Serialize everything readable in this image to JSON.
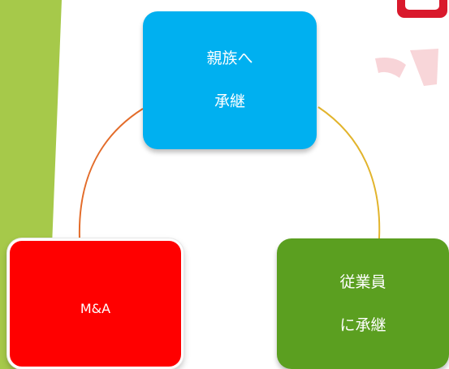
{
  "diagram": {
    "type": "cycle",
    "nodes": [
      {
        "id": "top",
        "lines": [
          "親族へ",
          "承継"
        ],
        "color": "#00b0f0"
      },
      {
        "id": "left",
        "lines": [
          "M&A"
        ],
        "color": "#ff0000"
      },
      {
        "id": "right",
        "lines": [
          "従業員",
          "に承継"
        ],
        "color": "#5b9f20"
      }
    ],
    "edges": [
      {
        "from": "top",
        "to": "left",
        "color": "#e36c2a"
      },
      {
        "from": "top",
        "to": "right",
        "color": "#e2b42c"
      }
    ]
  },
  "decor": {
    "left_band_color": "#a6c94a",
    "badge_color": "#d9192c"
  }
}
